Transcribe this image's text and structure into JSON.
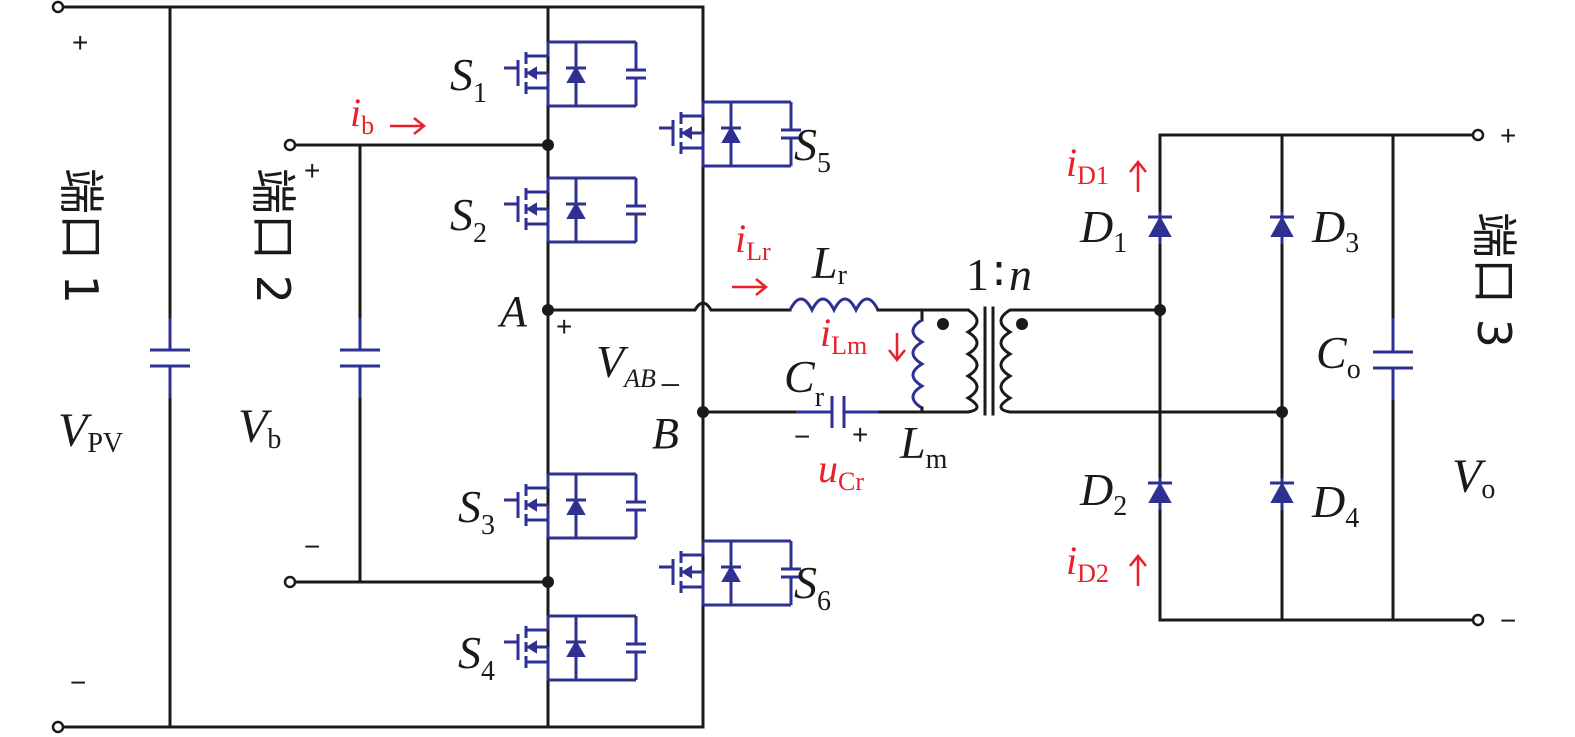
{
  "ports": {
    "port1": "端口 1",
    "port2": "端口 2",
    "port3": "端口 3"
  },
  "signs": {
    "plus": "+",
    "minus": "−",
    "minus_short": "_"
  },
  "labels": {
    "vpv_main": "V",
    "vpv_sub": "PV",
    "vb_main": "V",
    "vb_sub": "b",
    "vo_main": "V",
    "vo_sub": "o",
    "vab_main": "V",
    "vab_sub": "AB",
    "node_a": "A",
    "node_b": "B",
    "lr_main": "L",
    "lr_sub": "r",
    "lm_main": "L",
    "lm_sub": "m",
    "cr_main": "C",
    "cr_sub": "r",
    "co_main": "C",
    "co_sub": "o",
    "ratio_one": "1",
    "ratio_colon": "∶",
    "ratio_n": "n"
  },
  "switches": [
    {
      "main": "S",
      "sub": "1"
    },
    {
      "main": "S",
      "sub": "2"
    },
    {
      "main": "S",
      "sub": "3"
    },
    {
      "main": "S",
      "sub": "4"
    },
    {
      "main": "S",
      "sub": "5"
    },
    {
      "main": "S",
      "sub": "6"
    }
  ],
  "diodes": [
    {
      "main": "D",
      "sub": "1"
    },
    {
      "main": "D",
      "sub": "2"
    },
    {
      "main": "D",
      "sub": "3"
    },
    {
      "main": "D",
      "sub": "4"
    }
  ],
  "currents": {
    "ib_main": "i",
    "ib_sub": "b",
    "ilr_main": "i",
    "ilr_sub": "Lr",
    "ilm_main": "i",
    "ilm_sub": "Lm",
    "id1_main": "i",
    "id1_sub": "D1",
    "id2_main": "i",
    "id2_sub": "D2",
    "ucr_main": "u",
    "ucr_sub": "Cr"
  },
  "colors": {
    "wire": "#1a1a1a",
    "component": "#2e3192",
    "annotation": "#e8202a"
  }
}
